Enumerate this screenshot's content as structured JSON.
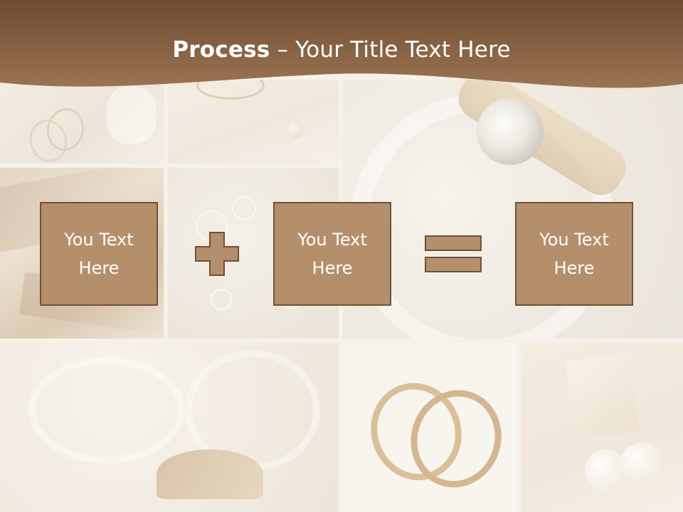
{
  "slide": {
    "title_bold": "Process",
    "title_rest": " – Your Title Text Here"
  },
  "process": {
    "boxes": [
      {
        "label": "You Text Here"
      },
      {
        "label": "You Text Here"
      },
      {
        "label": "You Text Here"
      }
    ],
    "operators": [
      "plus-icon",
      "equals-icon"
    ]
  },
  "colors": {
    "header_brown": "#7a5638",
    "box_fill": "#b58f6b",
    "box_border": "#6f5138",
    "title_text": "#ffffff"
  }
}
